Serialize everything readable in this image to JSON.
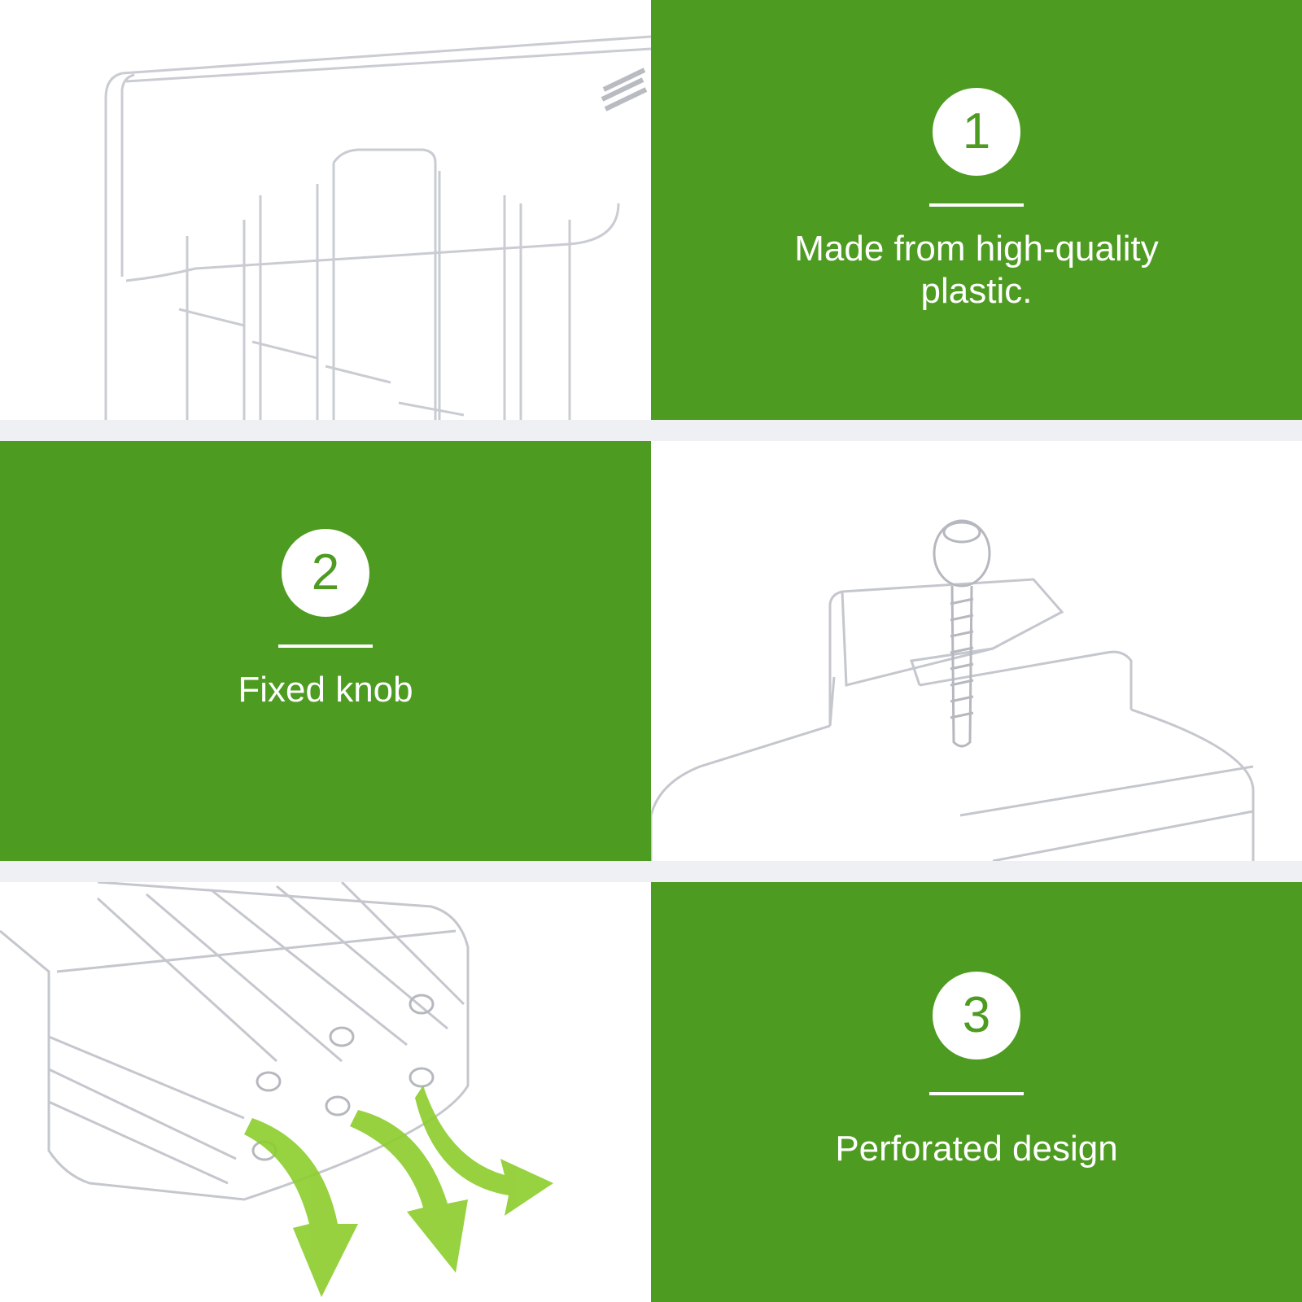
{
  "features": [
    {
      "number": "1",
      "caption": "Made from high-quality plastic."
    },
    {
      "number": "2",
      "caption": "Fixed knob"
    },
    {
      "number": "3",
      "caption": "Perforated design"
    }
  ],
  "colors": {
    "accent_green": "#4e9b22",
    "arrow_green": "#8ccd2c",
    "panel_white": "#ffffff",
    "gutter": "#eef0f3"
  }
}
